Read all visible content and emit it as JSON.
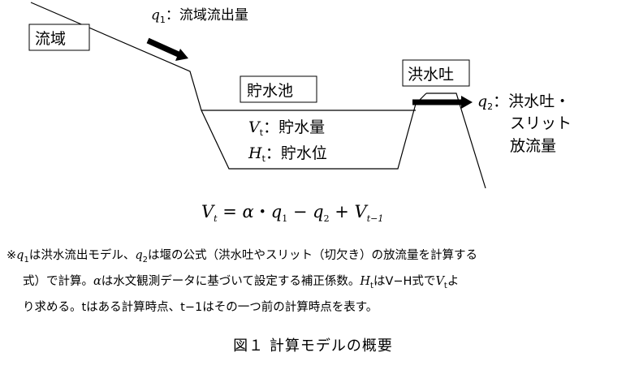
{
  "labels": {
    "basin": "流域",
    "q1": {
      "var": "q",
      "sub": "1",
      "text": "：流域流出量"
    },
    "reservoir": "貯水池",
    "spillway": "洪水吐",
    "vt": {
      "var": "V",
      "sub": "t",
      "text": "：貯水量"
    },
    "ht": {
      "var": "H",
      "sub": "t",
      "text": "：貯水位"
    },
    "q2": {
      "var": "q",
      "sub": "2",
      "text": "：洪水吐・",
      "line2": "スリット",
      "line3": "放流量"
    }
  },
  "equation": {
    "V": "V",
    "t": "t",
    "eq": " = ",
    "alpha": "α",
    "dot": "・",
    "q1": "q",
    "one": "1",
    "minus": " − ",
    "q2": "q",
    "two": "2",
    "plus": " + ",
    "V2": "V",
    "tm1": "t−1"
  },
  "note": {
    "mark": "※",
    "q1": "q",
    "q1sub": "1",
    "t1": "は洪水流出モデル、",
    "q2": "q",
    "q2sub": "2",
    "t2": "は堰の公式（洪水吐やスリット（切欠き）の放流量を計算する",
    "t3": "式）で計算。",
    "alpha": "α",
    "t4": "は水文観測データに基づいて設定する補正係数。",
    "H": "H",
    "Hsub": "t",
    "t5": "はV−H式で",
    "V": "V",
    "Vsub": "t",
    "t6": "よ",
    "t7": "り求める。tはある計算時点、t−1はその一つ前の計算時点を表す。"
  },
  "caption": "図１  計算モデルの概要"
}
